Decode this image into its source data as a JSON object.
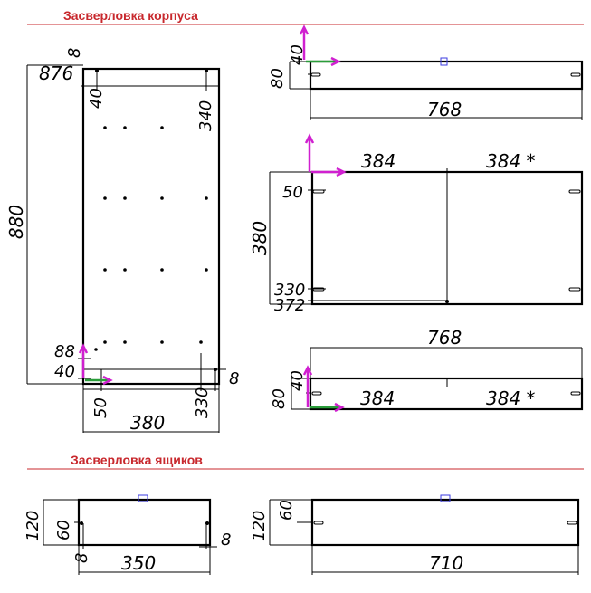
{
  "sections": {
    "body_title": "Засверловка корпуса",
    "drawers_title": "Засверловка ящиков"
  },
  "side_panel": {
    "height": "880",
    "top_offset": "876",
    "top_small": "8",
    "top_hole_left": "40",
    "top_hole_right": "340",
    "bottom_left_88": "88",
    "bottom_left_40": "40",
    "bottom_right_8": "8",
    "bottom_x_50": "50",
    "bottom_x_330": "330",
    "width": "380"
  },
  "top_panel": {
    "v_80": "80",
    "v_40": "40",
    "width": "768"
  },
  "middle_panel": {
    "left_384": "384",
    "right_384": "384 *",
    "v_50": "50",
    "v_380": "380",
    "v_330": "330",
    "v_372": "372"
  },
  "bottom_panel": {
    "width": "768",
    "v_80": "80",
    "v_40": "40",
    "left_384": "384",
    "right_384": "384 *"
  },
  "drawer_small": {
    "h_120": "120",
    "h_60": "60",
    "v_8_left": "8",
    "v_8_right": "8",
    "width": "350"
  },
  "drawer_large": {
    "h_120": "120",
    "h_60": "60",
    "width": "710"
  },
  "colors": {
    "title": "#c8282d",
    "axis_y": "#d020d0",
    "axis_x": "#2a9d3a"
  }
}
